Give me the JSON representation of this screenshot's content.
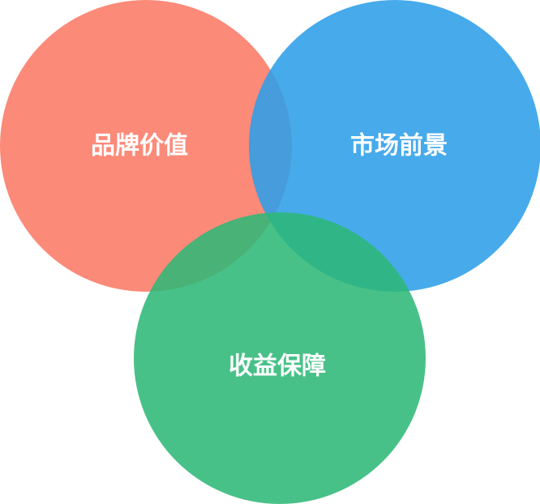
{
  "diagram": {
    "type": "venn",
    "circles": [
      {
        "id": "brand",
        "label": "品牌价值",
        "color": "#fa7561"
      },
      {
        "id": "market",
        "label": "市场前景",
        "color": "#2d9ee8"
      },
      {
        "id": "revenue",
        "label": "收益保障",
        "color": "#2db876"
      }
    ]
  }
}
